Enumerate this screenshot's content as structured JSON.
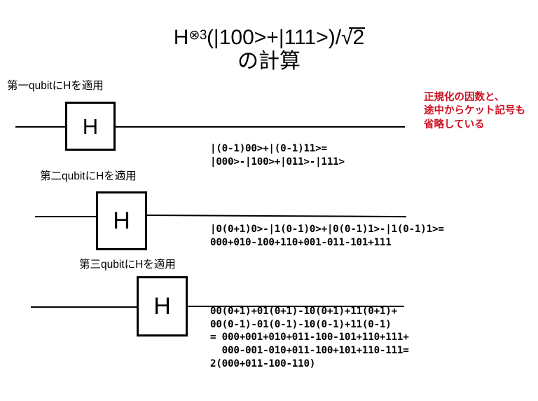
{
  "title": {
    "line1_prefix": "H",
    "line1_superscript": "⊗3",
    "line1_mid": "(|100>+|111>)/",
    "line1_radical": "√",
    "line1_radicand": "2",
    "line2": "の計算"
  },
  "captions": {
    "qubit1": "第一qubitにHを適用",
    "qubit2": "第二qubitにHを適用",
    "qubit3": "第三qubitにHを適用"
  },
  "gates": {
    "gate1_label": "H",
    "gate2_label": "H",
    "gate3_label": "H"
  },
  "equations": {
    "step1": "|(0-1)00>+|(0-1)11>=\n|000>-|100>+|011>-|111>",
    "step2": "|0(0+1)0>-|1(0-1)0>+|0(0-1)1>-|1(0-1)1>=\n000+010-100+110+001-011-101+111",
    "step3": "00(0+1)+01(0+1)-10(0+1)+11(0+1)+\n00(0-1)-01(0-1)-10(0-1)+11(0-1)\n= 000+001+010+011-100-101+110+111+\n  000-001-010+011-100+101+110-111=\n2(000+011-100-110)"
  },
  "annotation": {
    "red_note": "正規化の因数と、\n途中からケット記号も\n省略している",
    "red_color": "#cc1122"
  }
}
